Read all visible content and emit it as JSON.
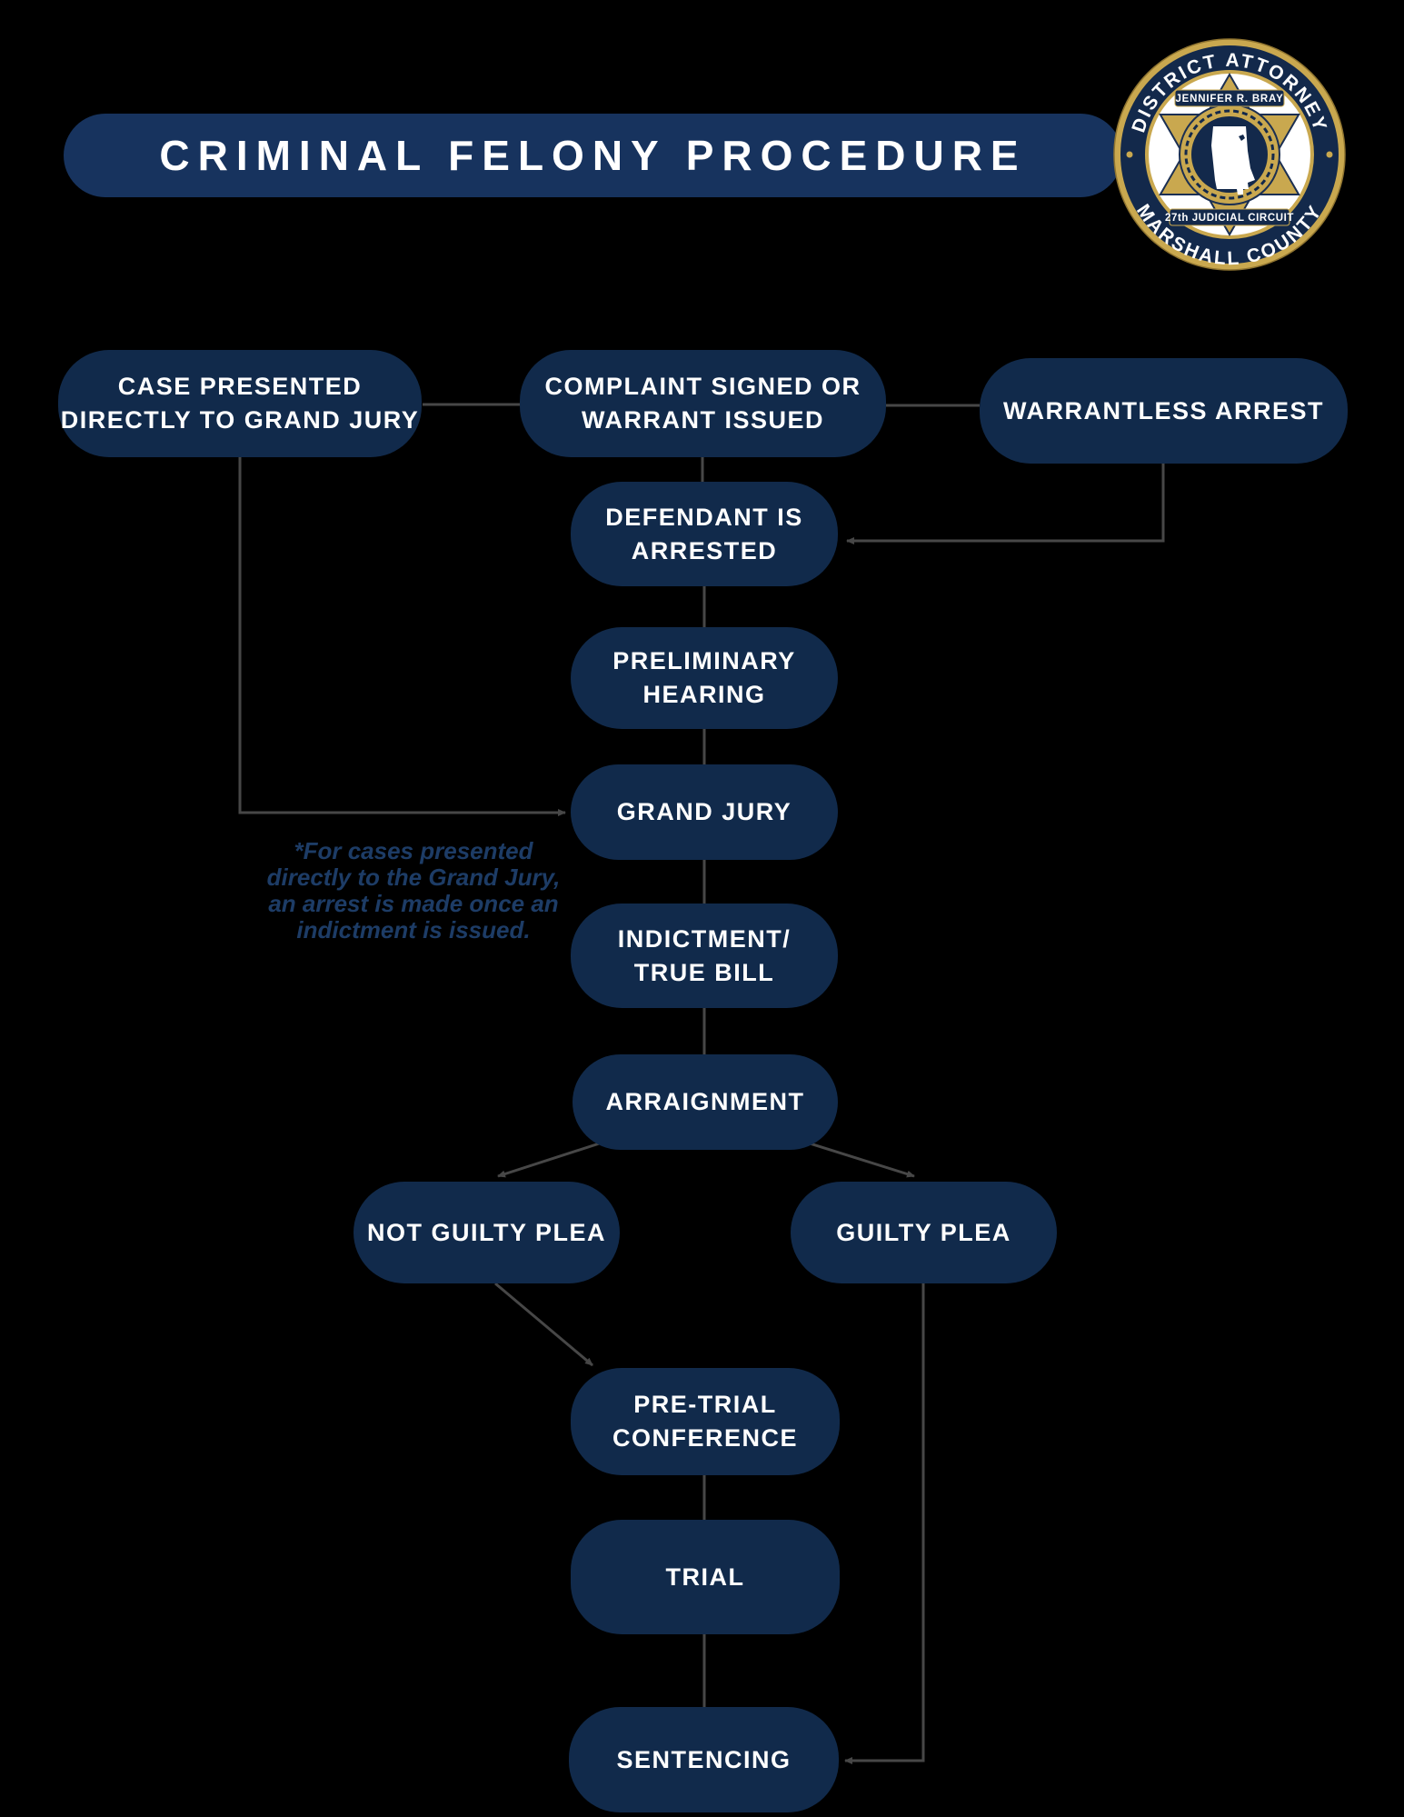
{
  "title": "CRIMINAL FELONY PROCEDURE",
  "badge": {
    "top_text": "DISTRICT ATTORNEY",
    "bottom_text": "MARSHALL COUNTY",
    "name_text": "JENNIFER R. BRAY",
    "circuit_text": "27th JUDICIAL CIRCUIT",
    "colors": {
      "gold": "#C9A84F",
      "gold_dark": "#8F7430",
      "navy": "#13294B",
      "white": "#FFFFFF"
    }
  },
  "colors": {
    "background": "#000000",
    "node_fill": "#112A4B",
    "title_fill": "#17335E",
    "connector": "#474747",
    "note": "#1D3C66",
    "text": "#FFFFFF"
  },
  "note": {
    "line1": "*For cases presented",
    "line2": "directly to the Grand Jury,",
    "line3": "an arrest is made once an",
    "line4": "indictment is issued."
  },
  "nodes": {
    "case_presented": {
      "line1": "CASE PRESENTED",
      "line2": "DIRECTLY TO GRAND JURY"
    },
    "complaint": {
      "line1": "COMPLAINT SIGNED OR",
      "line2": "WARRANT ISSUED"
    },
    "warrantless": {
      "line1": "WARRANTLESS ARREST",
      "line2": ""
    },
    "defendant": {
      "line1": "DEFENDANT IS",
      "line2": "ARRESTED"
    },
    "preliminary": {
      "line1": "PRELIMINARY",
      "line2": "HEARING"
    },
    "grand_jury": {
      "line1": "GRAND JURY",
      "line2": ""
    },
    "indictment": {
      "line1": "INDICTMENT/",
      "line2": "TRUE BILL"
    },
    "arraignment": {
      "line1": "ARRAIGNMENT",
      "line2": ""
    },
    "not_guilty": {
      "line1": "NOT GUILTY PLEA",
      "line2": ""
    },
    "guilty": {
      "line1": "GUILTY PLEA",
      "line2": ""
    },
    "pretrial": {
      "line1": "PRE-TRIAL",
      "line2": "CONFERENCE"
    },
    "trial": {
      "line1": "TRIAL",
      "line2": ""
    },
    "sentencing": {
      "line1": "SENTENCING",
      "line2": ""
    }
  }
}
